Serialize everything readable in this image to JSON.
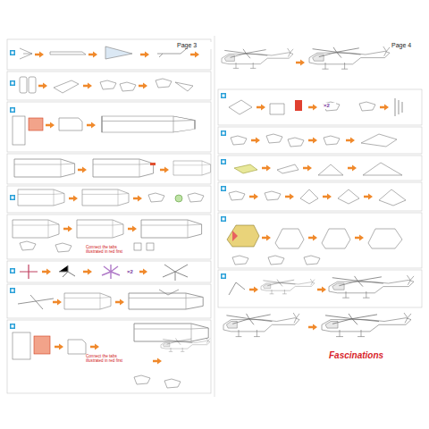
{
  "diagram": {
    "labels": [
      "Page 3",
      "Page 4",
      "Connect the tabs illustrated in red first",
      "×2",
      "Connect the tabs illustrated in red first",
      "×2",
      "Fascinations"
    ]
  }
}
